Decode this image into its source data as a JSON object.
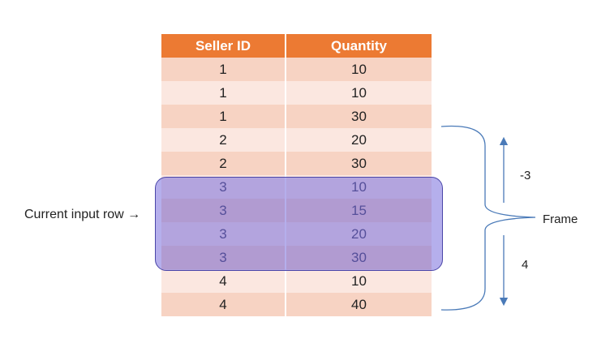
{
  "table": {
    "headers": [
      "Seller ID",
      "Quantity"
    ],
    "rows": [
      {
        "seller_id": "1",
        "quantity": "10"
      },
      {
        "seller_id": "1",
        "quantity": "10"
      },
      {
        "seller_id": "1",
        "quantity": "30"
      },
      {
        "seller_id": "2",
        "quantity": "20"
      },
      {
        "seller_id": "2",
        "quantity": "30"
      },
      {
        "seller_id": "3",
        "quantity": "10"
      },
      {
        "seller_id": "3",
        "quantity": "15"
      },
      {
        "seller_id": "3",
        "quantity": "20"
      },
      {
        "seller_id": "3",
        "quantity": "30"
      },
      {
        "seller_id": "4",
        "quantity": "10"
      },
      {
        "seller_id": "4",
        "quantity": "40"
      }
    ]
  },
  "annotations": {
    "current_input_row": "Current input row →",
    "frame": "Frame",
    "preceding_offset": "-3",
    "following_offset": "4"
  },
  "colors": {
    "header": "#ec7a33",
    "row_dark": "#f7d3c3",
    "row_light": "#fbe7e0",
    "highlight": "#786edc",
    "bracket": "#4a7ab8"
  }
}
